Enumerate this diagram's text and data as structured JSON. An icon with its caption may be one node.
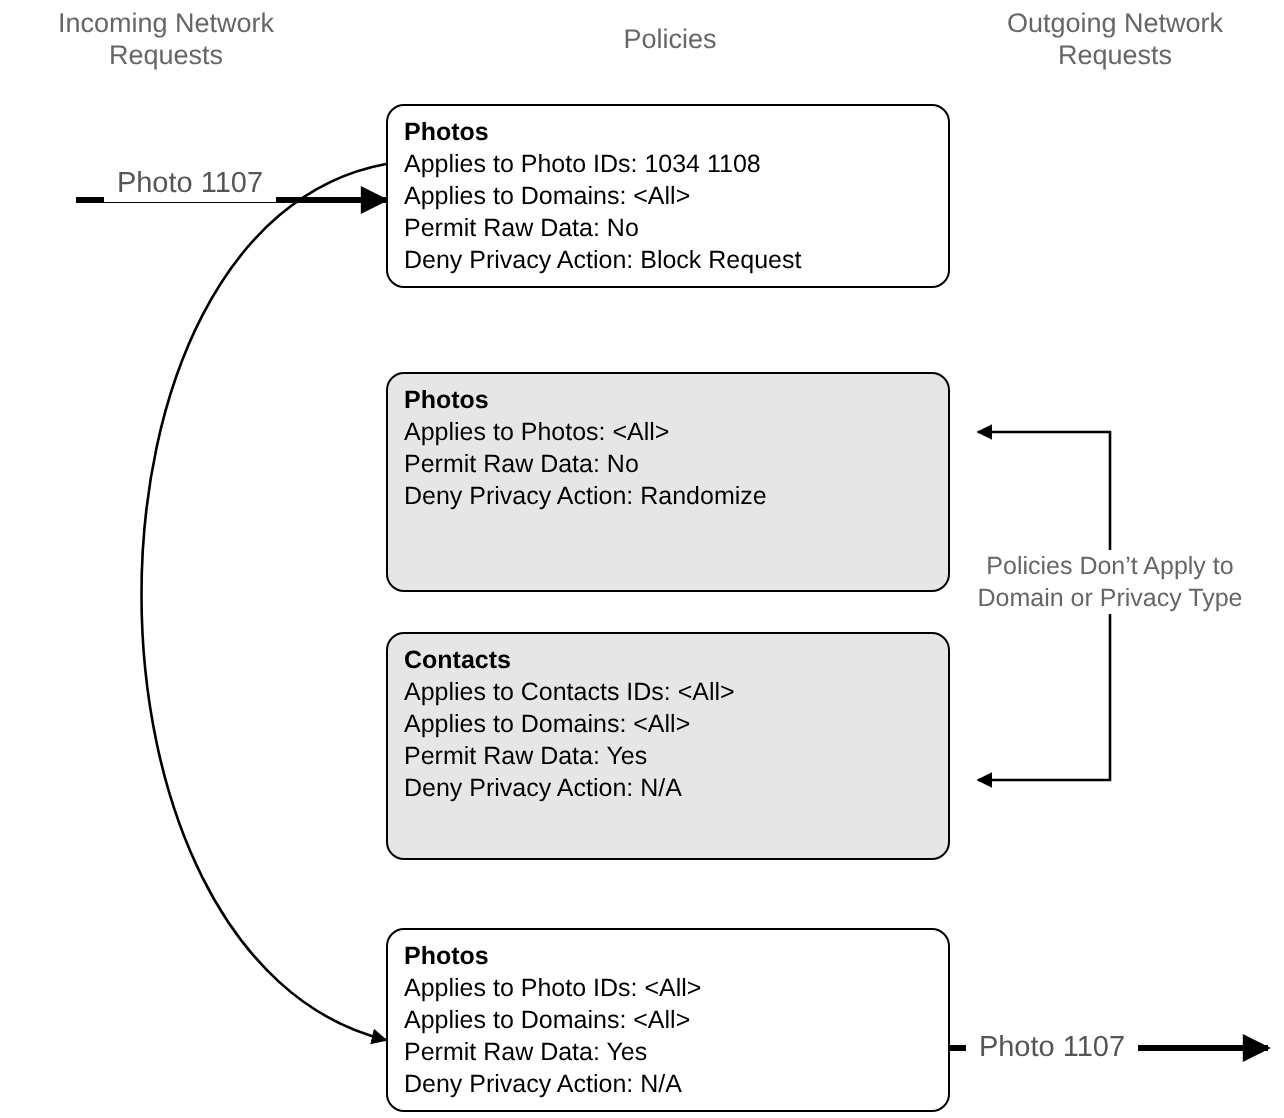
{
  "diagram": {
    "nodes": [
      {
        "text": [
          "Photos",
          "Applies to Photo IDs: 1034 1108",
          "Applies to Domains: <All>",
          "Permit Raw Data: No",
          "Deny Privacy Action: Block Request"
        ]
      },
      {
        "text": [
          "Photos",
          "Applies to Photos: <All>",
          "Permit Raw Data: No",
          "Deny Privacy Action: Randomize"
        ]
      },
      {
        "text": [
          "Contacts",
          "Applies to Contacts IDs: <All>",
          "Applies to Domains: <All>",
          "Permit Raw Data: Yes",
          "Deny Privacy Action: N/A"
        ]
      },
      {
        "text": [
          "Photos",
          "Applies to Photo IDs: <All>",
          "Applies to Domains: <All>",
          "Permit Raw Data: Yes",
          "Deny Privacy Action: N/A"
        ]
      }
    ],
    "edges": [
      {
        "from": null,
        "to": 0,
        "arrow": "to",
        "style": "thick",
        "label": "Photo 1107"
      },
      {
        "from": 0,
        "to": 3,
        "arrow": "to"
      },
      {
        "from": 3,
        "to": null,
        "arrow": "to",
        "style": "thick",
        "label": "Photo 1107"
      },
      {
        "from": 1,
        "to": 2,
        "arrow": "both",
        "label": "Policies Don’t Apply to Domain or Privacy Type"
      }
    ],
    "labels": [
      "Incoming Network Requests",
      "Policies",
      "Outgoing Network Requests"
    ]
  }
}
